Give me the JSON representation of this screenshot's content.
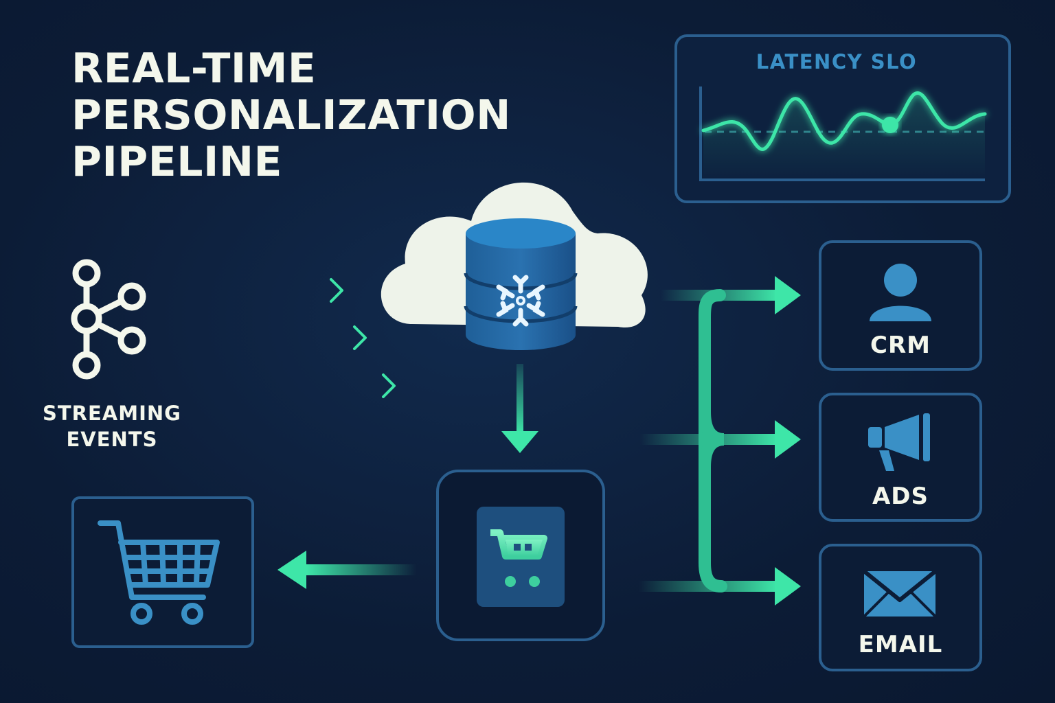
{
  "title": {
    "lines": [
      "REAL-TIME",
      "PERSONALIZATION",
      "PIPELINE"
    ]
  },
  "source": {
    "label_line1": "STREAMING",
    "label_line2": "EVENTS",
    "icon": "kafka-graph-icon"
  },
  "hub": {
    "icons": [
      "cloud-icon",
      "database-icon",
      "snowflake-icon"
    ]
  },
  "model": {
    "icon": "shopping-cart-icon"
  },
  "storefront": {
    "icon": "shopping-cart-icon"
  },
  "destinations": [
    {
      "label": "CRM",
      "icon": "user-icon"
    },
    {
      "label": "ADS",
      "icon": "megaphone-icon"
    },
    {
      "label": "EMAIL",
      "icon": "envelope-icon"
    }
  ],
  "latency_panel": {
    "title": "LATENCY SLO"
  },
  "colors": {
    "background": "#0c1c36",
    "accent_green": "#3ee6a8",
    "accent_blue": "#2e86c8",
    "panel_border": "#2b5f8f",
    "text_light": "#f4f7ec"
  }
}
